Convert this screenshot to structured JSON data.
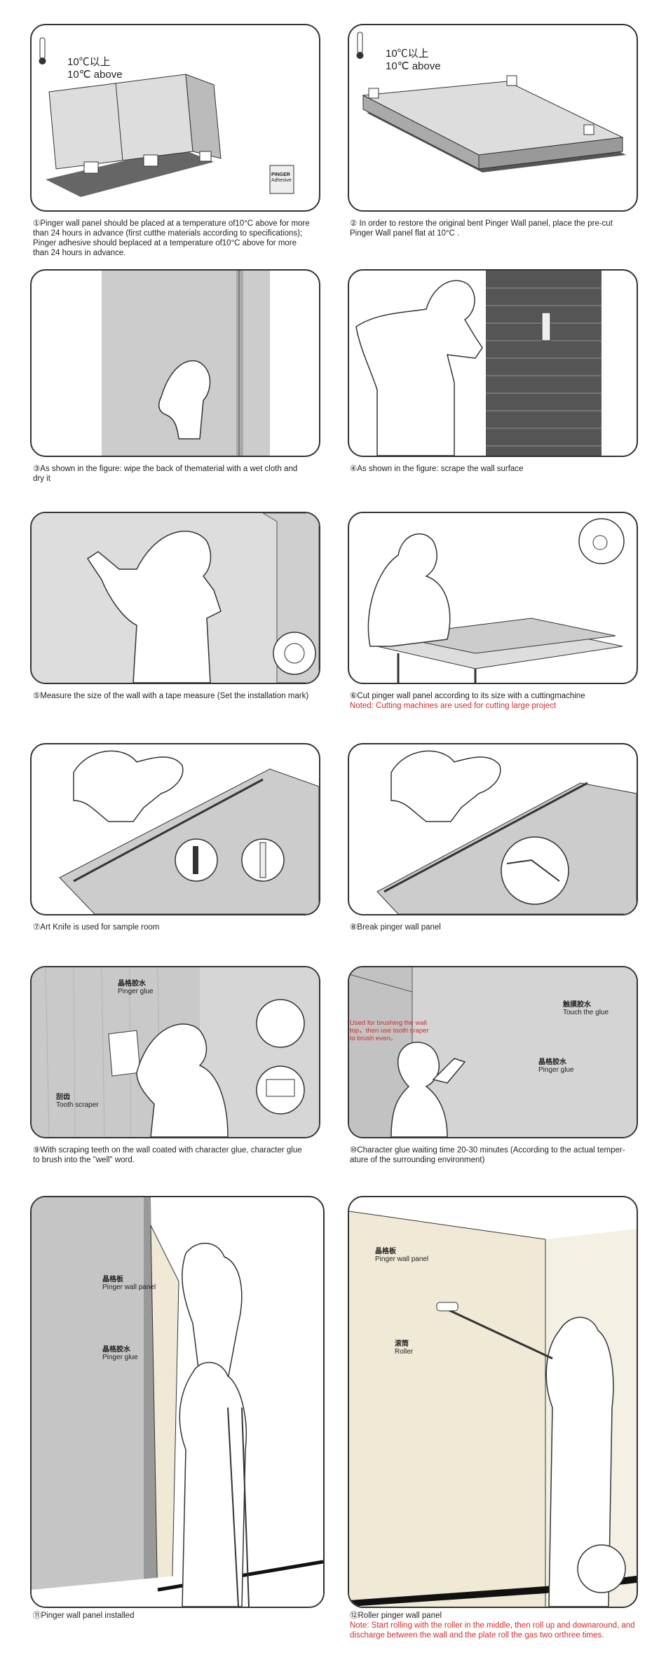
{
  "temperature": {
    "cn": "10℃以上",
    "en": "10℃ above"
  },
  "adhesive_label": {
    "line1": "PINGER",
    "line2": "Adhesive"
  },
  "steps": [
    {
      "id": 1,
      "lines": [
        "①Pinger wall panel should be placed at a temperature of10°C above for more",
        "than 24 hours in advance (first cutthe materials according to specifications);",
        "Pinger adhesive should beplaced at a temperature of10°C above for more",
        "than 24 hours in advance."
      ],
      "note": ""
    },
    {
      "id": 2,
      "lines": [
        "② In order to restore the original bent Pinger Wall panel, place the pre-cut",
        "Pinger Wall panel flat at 10°C ."
      ],
      "note": ""
    },
    {
      "id": 3,
      "lines": [
        "③As shown in the figure: wipe the back of thematerial with a wet cloth and",
        "dry it"
      ],
      "note": ""
    },
    {
      "id": 4,
      "lines": [
        "④As shown in the figure: scrape the wall surface"
      ],
      "note": ""
    },
    {
      "id": 5,
      "lines": [
        "⑤Measure the size of the wall with a tape measure (Set the installation mark)"
      ],
      "note": ""
    },
    {
      "id": 6,
      "lines": [
        "⑥Cut pinger wall panel according to its size with a cuttingmachine"
      ],
      "note": "Noted: Cutting machines are used for cutting large project"
    },
    {
      "id": 7,
      "lines": [
        "⑦Art Knife is used for sample room"
      ],
      "note": ""
    },
    {
      "id": 8,
      "lines": [
        "⑧Break pinger wall panel"
      ],
      "note": ""
    },
    {
      "id": 9,
      "lines": [
        "⑨With scraping teeth on the wall coated with character glue, character glue",
        "to brush into the \"well\" word."
      ],
      "note": ""
    },
    {
      "id": 10,
      "lines": [
        "⑩Character glue waiting time 20-30 minutes (According to the actual temper-",
        "ature of the surrounding environment)"
      ],
      "note": ""
    },
    {
      "id": 11,
      "lines": [
        "⑪Pinger wall panel installed"
      ],
      "note": ""
    },
    {
      "id": 12,
      "lines": [
        "⑫Roller pinger wall panel"
      ],
      "note": "Note: Start rolling with the roller in the middle, then roll up and downaround, and discharge between the wall and the plate roll the gas two orthree times."
    }
  ],
  "annotations": {
    "pinger_glue": {
      "cn": "晶格胶水",
      "en": "Pinger glue"
    },
    "tooth_scraper": {
      "cn": "刮齿",
      "en": "Tooth scraper"
    },
    "touch_glue": {
      "cn": "触摸胶水",
      "en": "Touch the glue"
    },
    "pinger_wall_panel": {
      "cn": "晶格板",
      "en": "Pinger wall panel"
    },
    "roller": {
      "cn": "滚筒",
      "en": "Roller"
    },
    "brushing_note": "Used for brushing the wall top，then use tooth sraper to brush even。"
  }
}
